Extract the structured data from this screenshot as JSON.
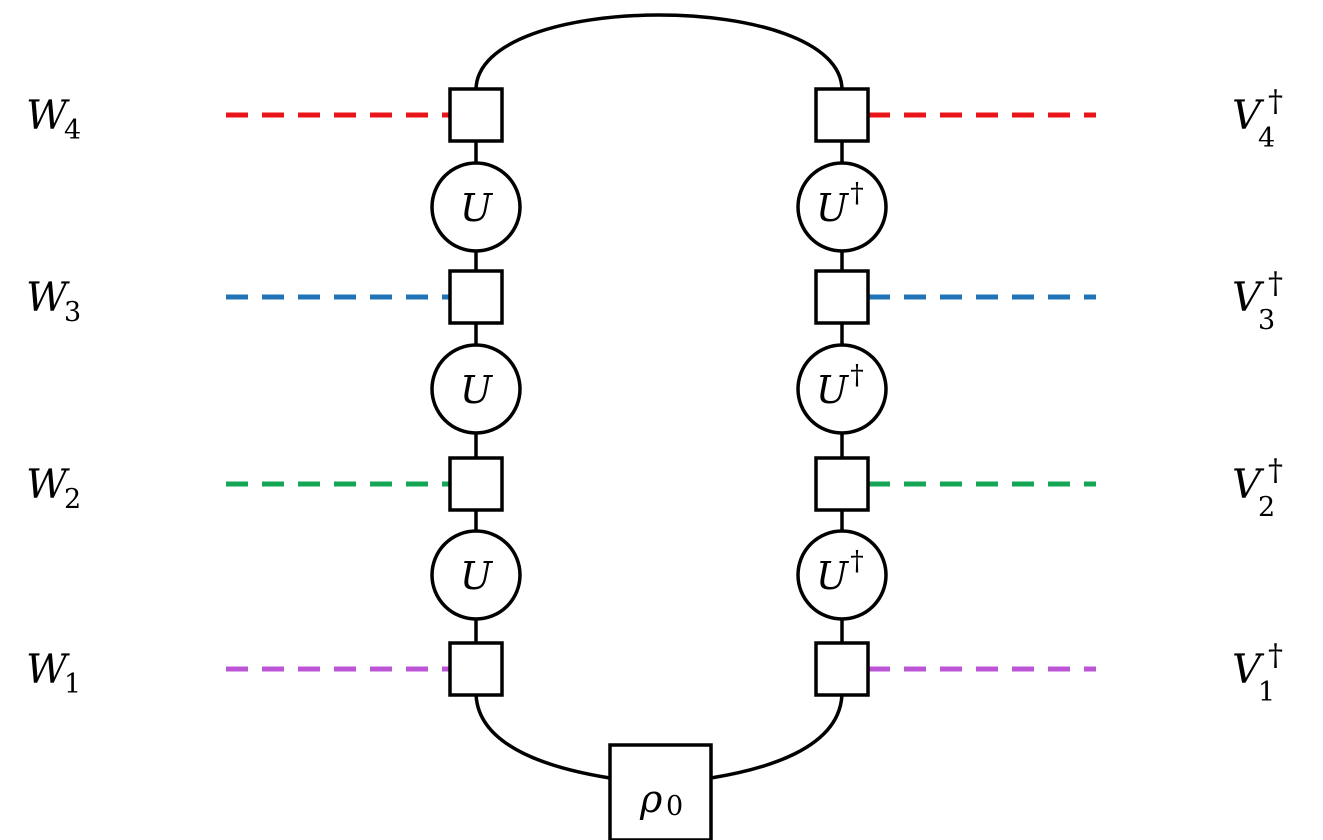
{
  "diagram": {
    "left_labels": [
      {
        "letter": "W",
        "sub": "4",
        "color": "#e8141a"
      },
      {
        "letter": "W",
        "sub": "3",
        "color": "#1f73b6"
      },
      {
        "letter": "W",
        "sub": "2",
        "color": "#14a555"
      },
      {
        "letter": "W",
        "sub": "1",
        "color": "#bb55d6"
      }
    ],
    "right_labels": [
      {
        "letter": "V",
        "sup": "†",
        "sub": "4"
      },
      {
        "letter": "V",
        "sup": "†",
        "sub": "3"
      },
      {
        "letter": "V",
        "sup": "†",
        "sub": "2"
      },
      {
        "letter": "V",
        "sup": "†",
        "sub": "1"
      }
    ],
    "left_gates": [
      {
        "letter": "U"
      },
      {
        "letter": "U"
      },
      {
        "letter": "U"
      }
    ],
    "right_gates": [
      {
        "letter": "U",
        "sup": "†"
      },
      {
        "letter": "U",
        "sup": "†"
      },
      {
        "letter": "U",
        "sup": "†"
      }
    ],
    "initial_state": {
      "letter": "ρ",
      "sub": "0"
    },
    "line_color": "#000000"
  }
}
